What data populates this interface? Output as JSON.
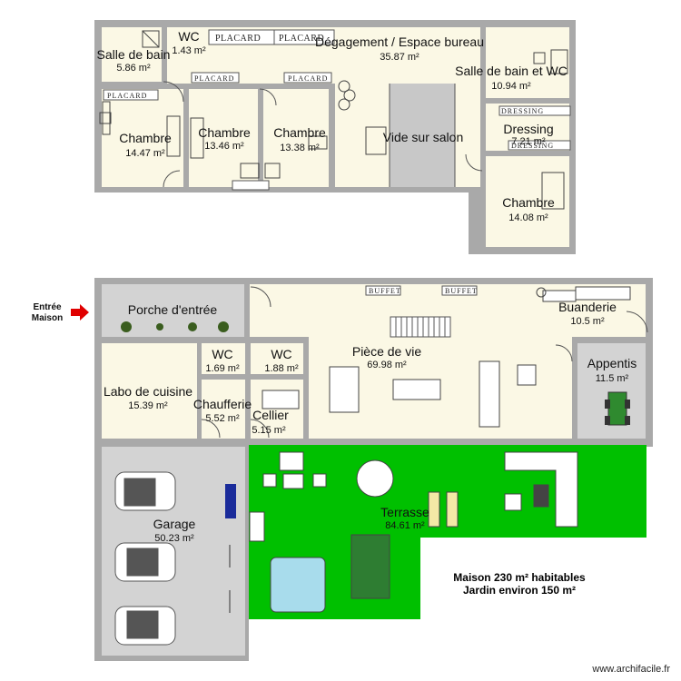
{
  "floor_upper": {
    "rooms": [
      {
        "id": "sdb1",
        "name": "Salle de bain",
        "area": "5.86 m²"
      },
      {
        "id": "wc1",
        "name": "WC",
        "area": "1.43 m²"
      },
      {
        "id": "degagement",
        "name": "Dégagement / Espace bureau",
        "area": "35.87 m²"
      },
      {
        "id": "sdb2",
        "name": "Salle de bain et WC",
        "area": "10.94 m²"
      },
      {
        "id": "ch1",
        "name": "Chambre",
        "area": "14.47 m²"
      },
      {
        "id": "ch2",
        "name": "Chambre",
        "area": "13.46 m²"
      },
      {
        "id": "ch3",
        "name": "Chambre",
        "area": "13.38 m²"
      },
      {
        "id": "vide",
        "name": "Vide sur salon",
        "area": ""
      },
      {
        "id": "dressing",
        "name": "Dressing",
        "area": "7.21 m²"
      },
      {
        "id": "ch4",
        "name": "Chambre",
        "area": "14.08 m²"
      }
    ],
    "placard_label": "PLACARD",
    "dressing_label": "DRESSING"
  },
  "floor_ground": {
    "rooms": [
      {
        "id": "porche",
        "name": "Porche d'entrée",
        "area": ""
      },
      {
        "id": "buanderie",
        "name": "Buanderie",
        "area": "10.5 m²"
      },
      {
        "id": "wc2",
        "name": "WC",
        "area": "1.69 m²"
      },
      {
        "id": "wc3",
        "name": "WC",
        "area": "1.88 m²"
      },
      {
        "id": "piece",
        "name": "Pièce de vie",
        "area": "69.98 m²"
      },
      {
        "id": "appentis",
        "name": "Appentis",
        "area": "11.5 m²"
      },
      {
        "id": "labo",
        "name": "Labo de cuisine",
        "area": "15.39 m²"
      },
      {
        "id": "chaufferie",
        "name": "Chaufferie",
        "area": "5.52 m²"
      },
      {
        "id": "cellier",
        "name": "Cellier",
        "area": "5.15 m²"
      },
      {
        "id": "garage",
        "name": "Garage",
        "area": "50.23 m²"
      },
      {
        "id": "terrasse",
        "name": "Terrasse",
        "area": "84.61 m²"
      }
    ],
    "buffet_label": "BUFFET"
  },
  "entry": {
    "line1": "Entrée",
    "line2": "Maison"
  },
  "summary": {
    "line1": "Maison 230 m² habitables",
    "line2": "Jardin environ 150 m²"
  },
  "credit": "www.archifacile.fr",
  "colors": {
    "wall": "#a9a9a9",
    "room_fill": "#fbf8e5",
    "garage_fill": "#d3d3d3",
    "terrace_green": "#00c000",
    "arrow_red": "#e00000",
    "stair_fill": "#c8c8c8"
  }
}
